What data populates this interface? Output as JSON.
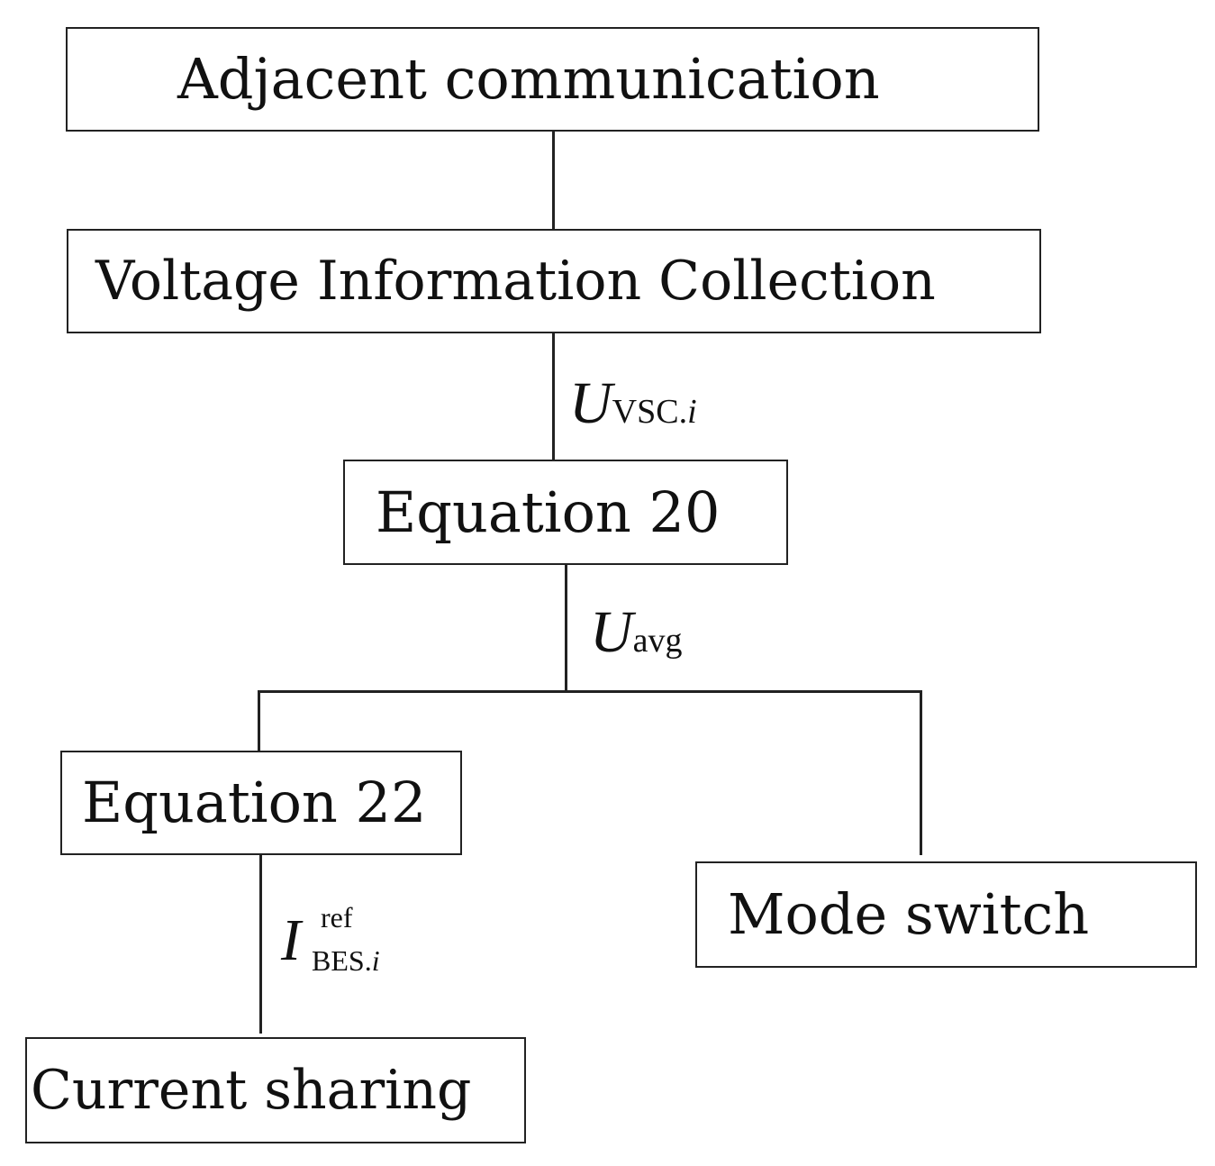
{
  "nodes": {
    "adjacent_communication": "Adjacent communication",
    "voltage_information_collection": "Voltage Information Collection",
    "equation_20": "Equation 20",
    "equation_22": "Equation 22",
    "mode_switch": "Mode switch",
    "current_sharing": "Current sharing"
  },
  "edge_labels": {
    "u_vsc": {
      "symbol": "U",
      "subscript": "VSC.",
      "subscript_italic": "i"
    },
    "u_avg": {
      "symbol": "U",
      "subscript": "avg"
    },
    "i_bes_ref": {
      "symbol": "I",
      "superscript": "ref",
      "subscript": "BES.",
      "subscript_italic": "i"
    }
  }
}
